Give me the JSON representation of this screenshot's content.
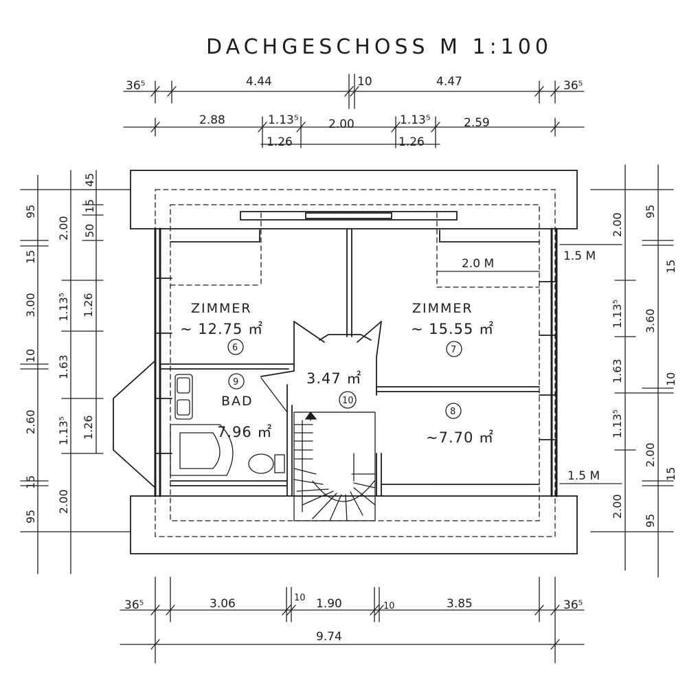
{
  "title": "DACHGESCHOSS M 1:100",
  "top_dimensions": {
    "row1": [
      "36⁵",
      "4.44",
      "10",
      "4.47",
      "36⁵"
    ],
    "row2": [
      "2.88",
      "1.13⁵",
      "2.00",
      "1.13⁵",
      "2.59"
    ],
    "row3": [
      "1.26",
      "1.26"
    ]
  },
  "bottom_dimensions": {
    "row1": [
      "36⁵",
      "3.06",
      "10",
      "1.90",
      "10",
      "3.85",
      "36⁵"
    ],
    "total": "9.74"
  },
  "left_dimensions": {
    "outer": [
      "95",
      "15",
      "3.00",
      "10",
      "2.60",
      "15",
      "95"
    ],
    "middle": [
      "2.00",
      "1.13⁵",
      "1.63",
      "1.13⁵",
      "2.00"
    ],
    "inner": [
      "45",
      "15",
      "50",
      "1.26",
      "1.26"
    ]
  },
  "right_dimensions": {
    "inner": [
      "2.00",
      "1.13⁵",
      "1.63",
      "1.13⁵",
      "2.00"
    ],
    "outer": [
      "95",
      "15",
      "3.60",
      "10",
      "2.00",
      "15",
      "95"
    ],
    "notes": [
      "1.5 M",
      "1.5 M"
    ]
  },
  "rooms": [
    {
      "name": "ZIMMER",
      "area": "~ 12.75 ㎡",
      "number": "6"
    },
    {
      "name": "ZIMMER",
      "area": "~ 15.55 ㎡",
      "number": "7"
    },
    {
      "name": "",
      "area": "~7.70 ㎡",
      "number": "8"
    },
    {
      "name": "BAD",
      "area": "7.96 ㎡",
      "number": "9"
    },
    {
      "name": "",
      "area": "3.47 ㎡",
      "number": "10"
    }
  ],
  "annotations": {
    "knee_height": "2.0 M"
  }
}
